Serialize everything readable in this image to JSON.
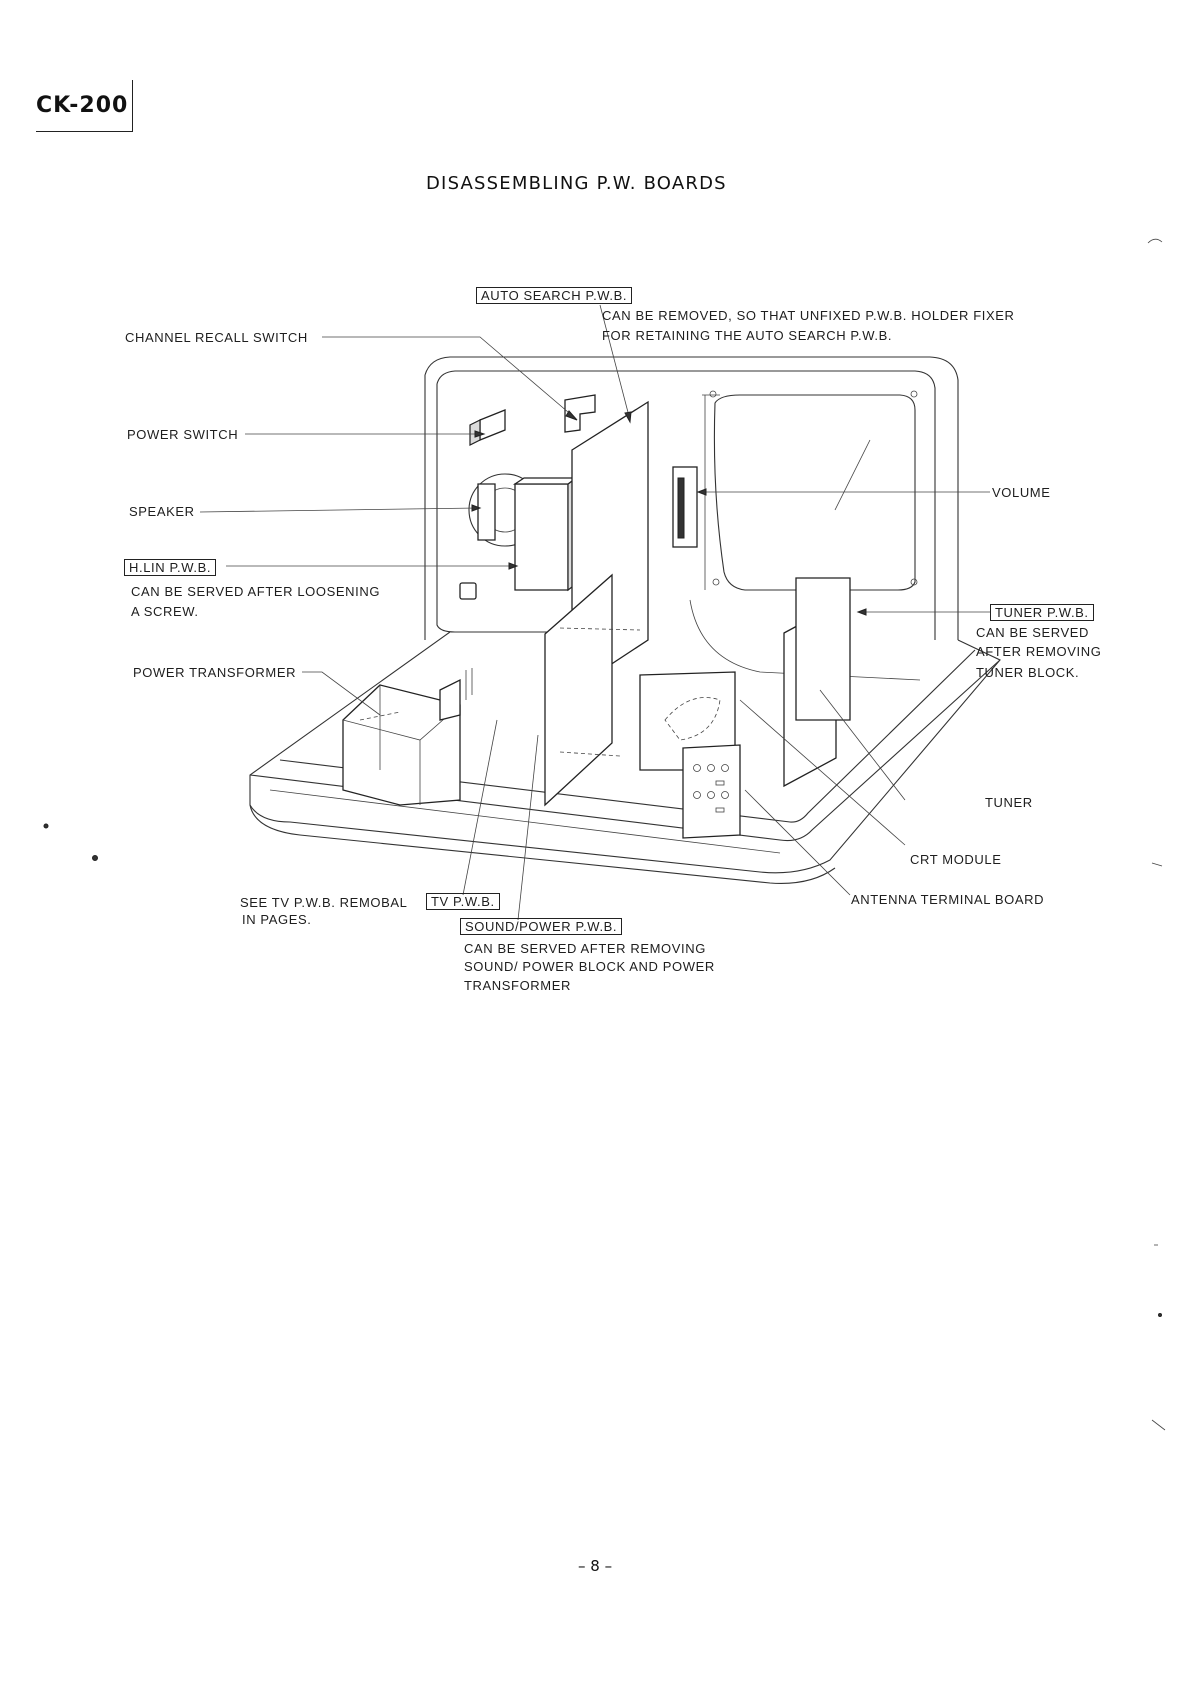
{
  "header": {
    "model": "CK-200"
  },
  "title": "DISASSEMBLING P.W. BOARDS",
  "labels": {
    "auto_search_pwb": "AUTO SEARCH P.W.B.",
    "auto_search_note_1": "CAN BE REMOVED, SO THAT UNFIXED P.W.B. HOLDER FIXER",
    "auto_search_note_2": "FOR RETAINING THE AUTO SEARCH P.W.B.",
    "channel_recall_switch": "CHANNEL RECALL SWITCH",
    "power_switch": "POWER SWITCH",
    "speaker": "SPEAKER",
    "volume": "VOLUME",
    "h_lin_pwb": "H.LIN P.W.B.",
    "h_lin_note_1": "CAN BE SERVED AFTER LOOSENING",
    "h_lin_note_2": "A SCREW.",
    "tuner_pwb": "TUNER P.W.B.",
    "tuner_note_1": "CAN BE SERVED",
    "tuner_note_2": "AFTER REMOVING",
    "tuner_note_3": "TUNER BLOCK.",
    "power_transformer": "POWER TRANSFORMER",
    "tuner": "TUNER",
    "crt_module": "CRT MODULE",
    "antenna_terminal_board": "ANTENNA TERMINAL BOARD",
    "tv_pwb_note_1": "SEE TV P.W.B. REMOBAL",
    "tv_pwb_note_2": "IN PAGES.",
    "tv_pwb": "TV P.W.B.",
    "sound_power_pwb": "SOUND/POWER P.W.B.",
    "sound_power_note_1": "CAN BE SERVED AFTER REMOVING",
    "sound_power_note_2": "SOUND/ POWER BLOCK AND POWER",
    "sound_power_note_3": "TRANSFORMER"
  },
  "footer": {
    "page_number": "– 8 –"
  }
}
